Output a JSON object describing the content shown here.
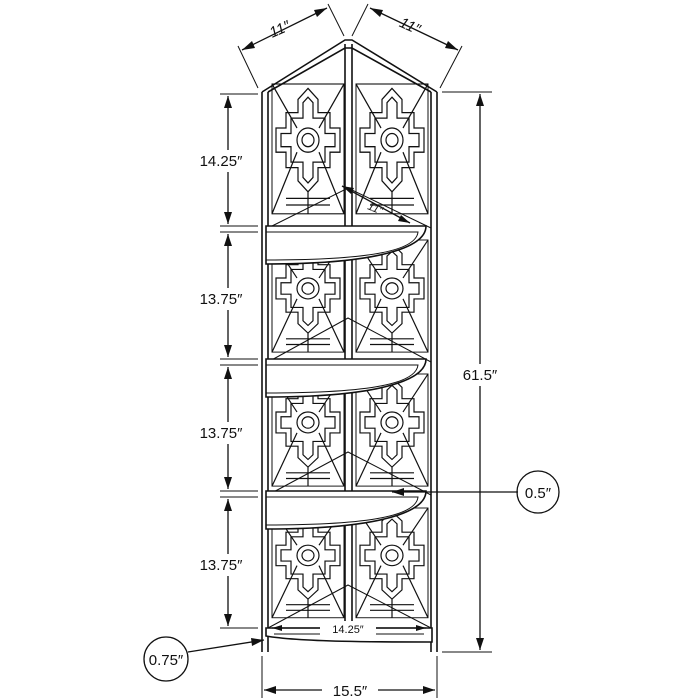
{
  "dimensions": {
    "top_left_depth": "11″",
    "top_right_depth": "11″",
    "top_shelf_depth": "11″",
    "section_1_height": "14.25″",
    "section_2_height": "13.75″",
    "section_3_height": "13.75″",
    "section_4_height": "13.75″",
    "overall_height": "61.5″",
    "shelf_thickness": "0.5″",
    "foot_height": "0.75″",
    "bottom_shelf_width": "14.25″",
    "overall_width": "15.5″"
  },
  "colors": {
    "line": "#111111",
    "background": "#ffffff"
  }
}
